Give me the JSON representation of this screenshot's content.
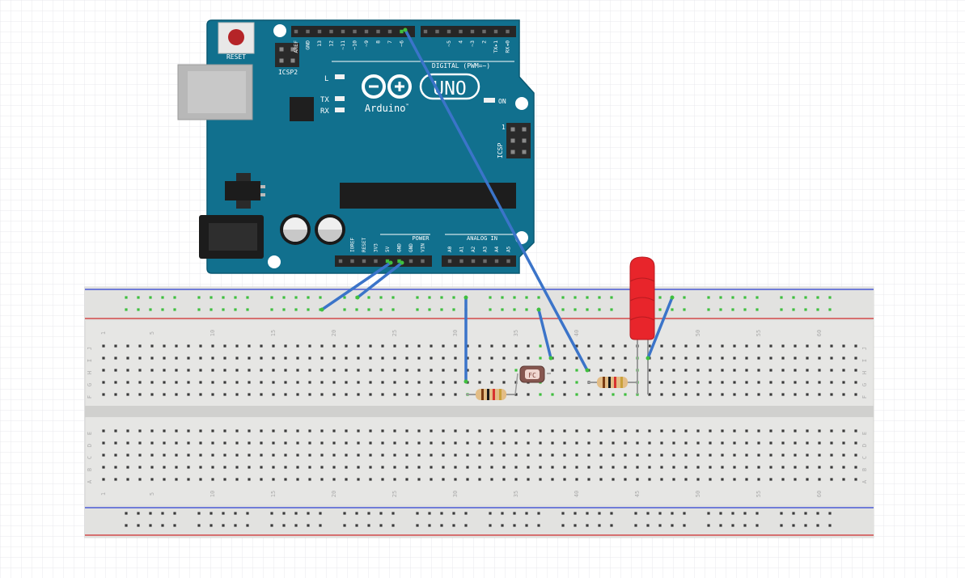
{
  "colors": {
    "canvas": "#ffffff",
    "grid": "#e6e6ea",
    "board": "#0f6e8c",
    "board_edge": "#0a5872",
    "board_text": "#ffffff",
    "header": "#2b2b2b",
    "header_pin": "#6a6a6a",
    "breadboard": "#e7e7e5",
    "breadboard_rail": "#e0e0de",
    "breadboard_channel": "#cfcfcd",
    "hole": "#3a3a3a",
    "hole_active": "#3fbf3f",
    "rail_red": "#d24a4a",
    "rail_blue": "#4a5ad6",
    "wire": "#3a73c8",
    "led": "#e8252b",
    "resistor_body": "#e6c08a",
    "photocell_body": "#8a5a52"
  },
  "arduino": {
    "brand": "Arduino",
    "trademark": "™",
    "model": "UNO",
    "reset_label": "RESET",
    "icsp2_label": "ICSP2",
    "icsp_label": "ICSP",
    "icsp_pin1_label": "1",
    "led_l_label": "L",
    "led_tx_label": "TX",
    "led_rx_label": "RX",
    "on_label": "ON",
    "digital_label": "DIGITAL (PWM=~)",
    "power_label": "POWER",
    "analog_label": "ANALOG IN",
    "digital_pin_labels": [
      "AREF",
      "GND",
      "13",
      "12",
      "~11",
      "~10",
      "~9",
      "8",
      "7",
      "~6",
      "~5",
      "4",
      "~3",
      "2",
      "TX▸1",
      "RX◂0"
    ],
    "power_pin_labels": [
      "IOREF",
      "RESET",
      "3V3",
      "5V",
      "GND",
      "GND",
      "VIN"
    ],
    "analog_pin_labels": [
      "A0",
      "A1",
      "A2",
      "A3",
      "A4",
      "A5"
    ]
  },
  "breadboard": {
    "top_column_numbers": [
      "1",
      "5",
      "10",
      "15",
      "20",
      "25",
      "30",
      "35",
      "40",
      "45",
      "50",
      "55",
      "60"
    ],
    "bottom_column_numbers": [
      "1",
      "5",
      "10",
      "15",
      "20",
      "25",
      "30",
      "35",
      "40",
      "45",
      "50",
      "55",
      "60"
    ],
    "top_row_letters": [
      "J",
      "I",
      "H",
      "G",
      "F"
    ],
    "bottom_row_letters": [
      "E",
      "D",
      "C",
      "B",
      "A"
    ]
  },
  "components": {
    "photocell_label": "FC"
  }
}
